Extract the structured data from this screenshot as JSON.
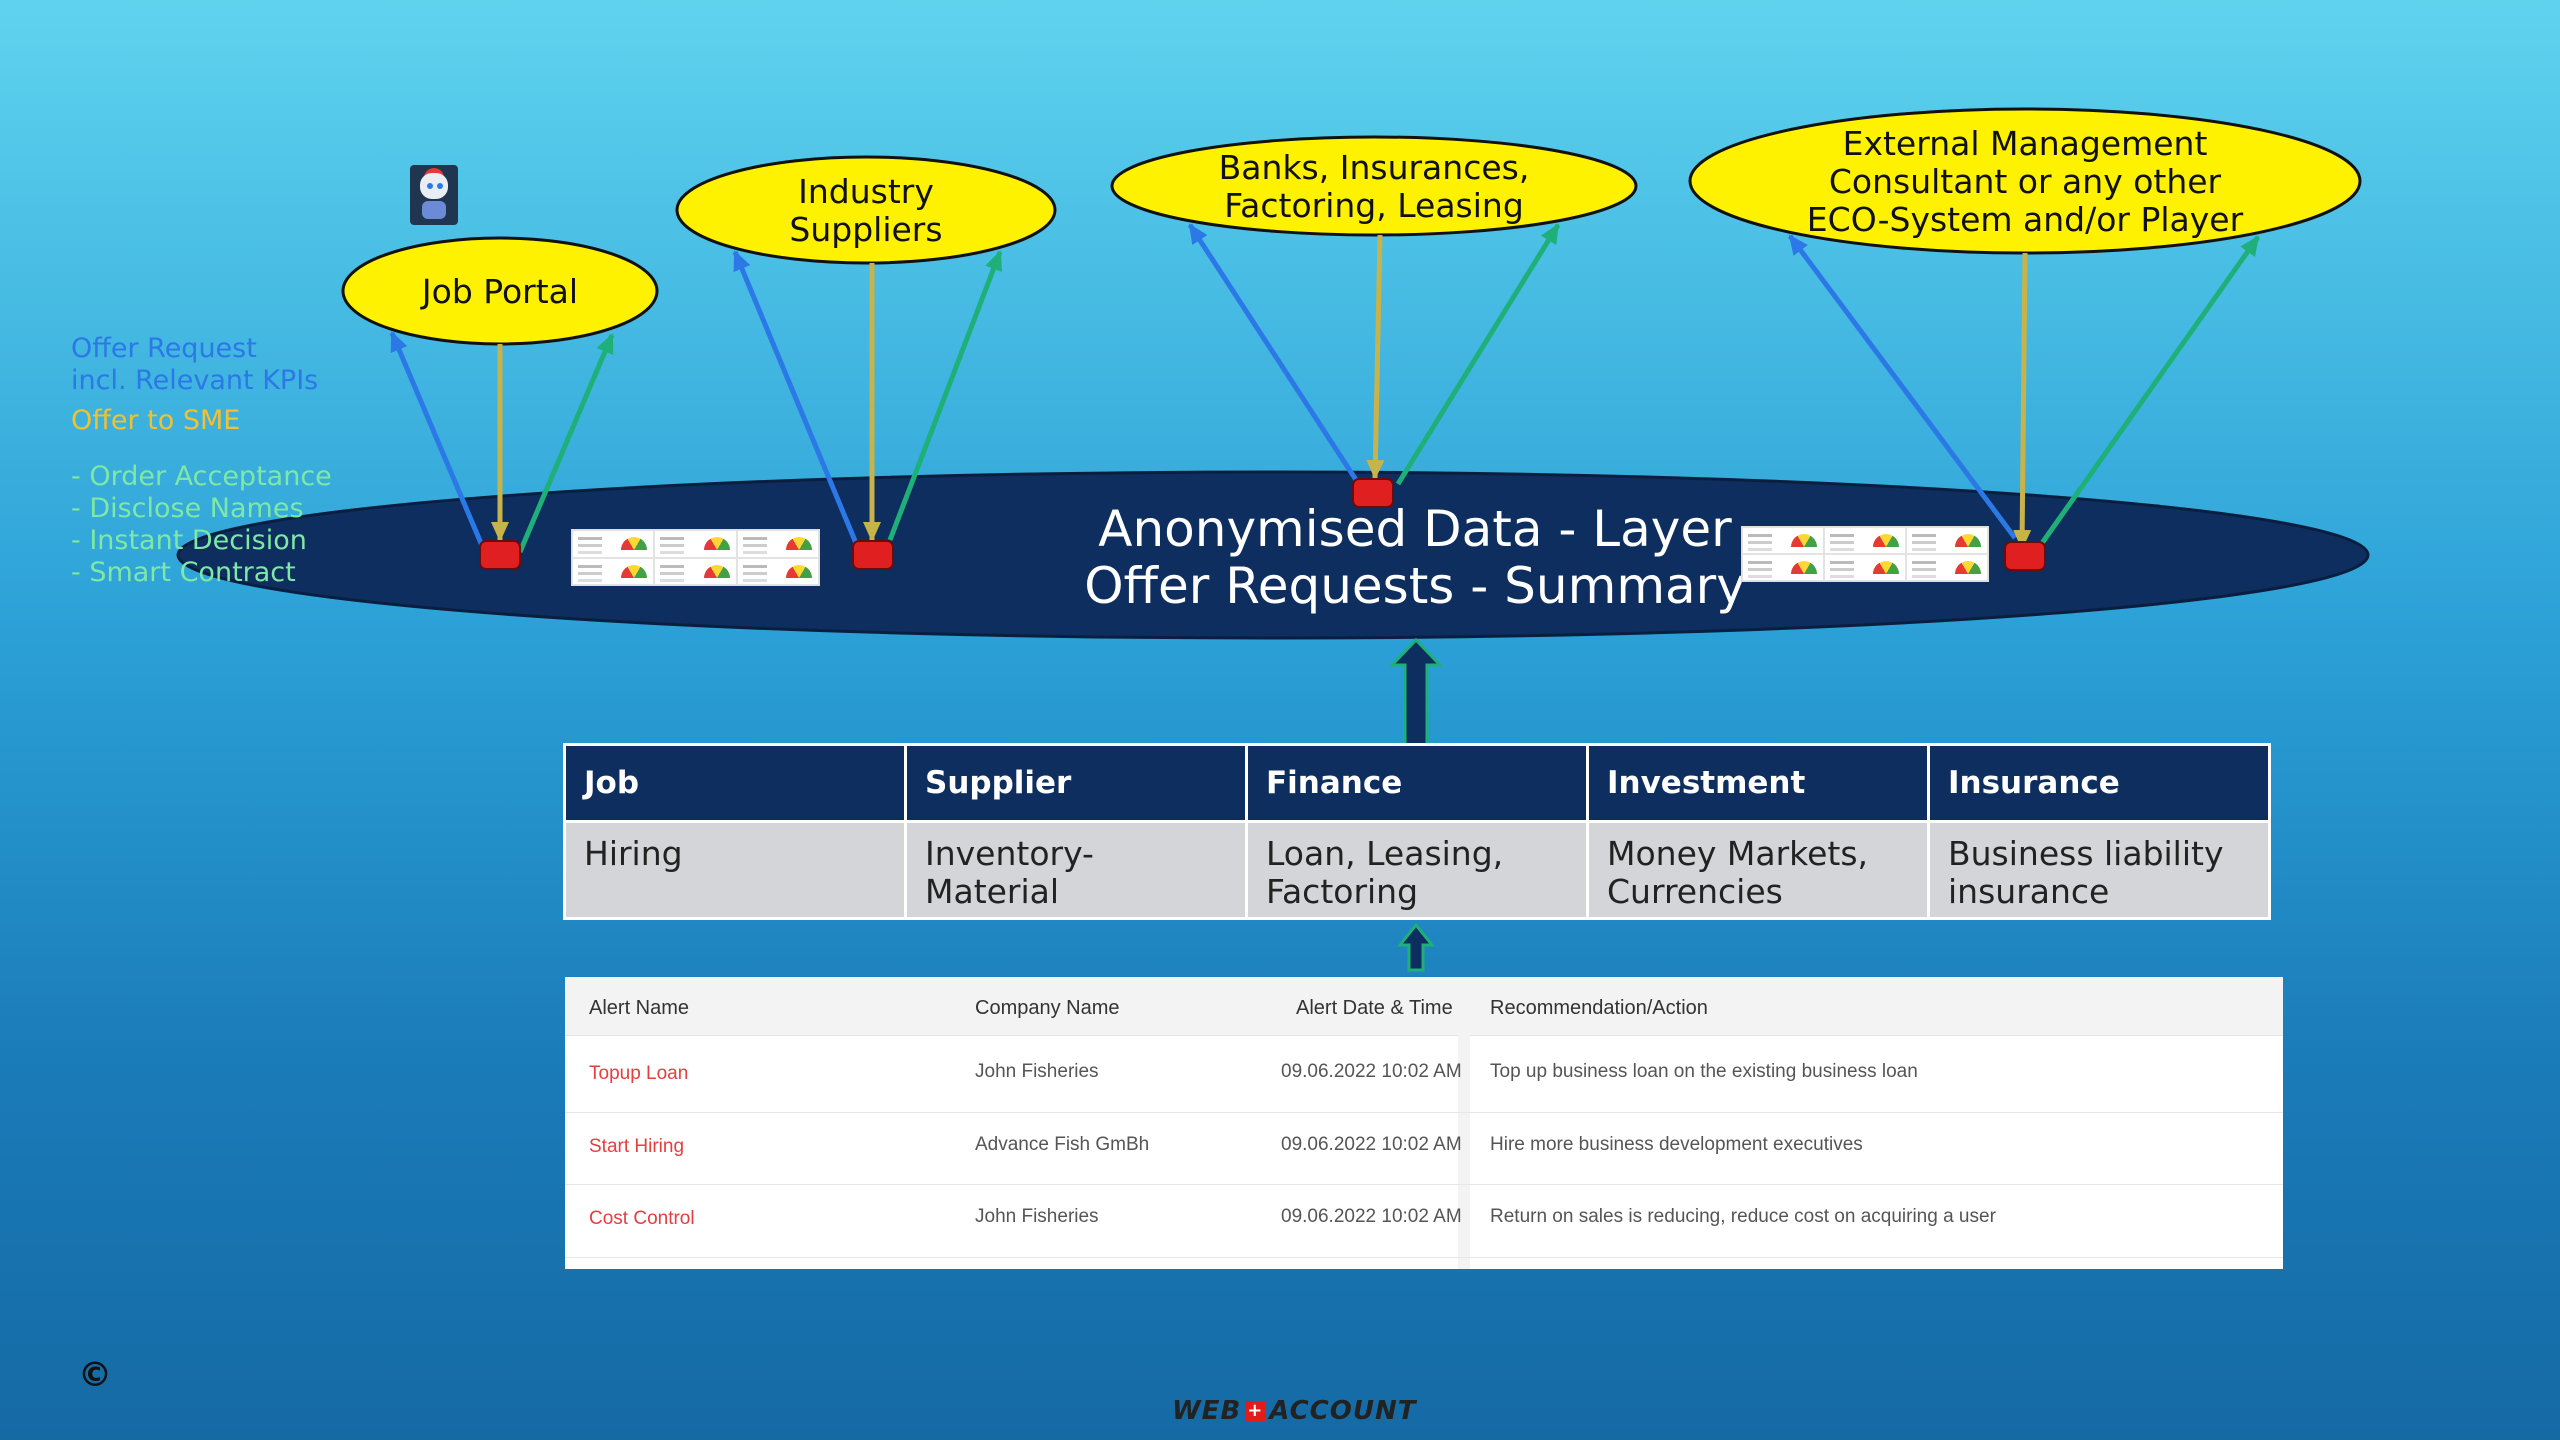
{
  "legend": {
    "offer_request": "Offer Request",
    "offer_request_2": "incl. Relevant KPIs",
    "offer_to_sme": "Offer to SME",
    "items": [
      "- Order Acceptance",
      "- Disclose Names",
      "- Instant Decision",
      "- Smart Contract"
    ]
  },
  "nodes": {
    "job_portal": [
      "Job Portal"
    ],
    "industry_suppliers": [
      "Industry",
      "Suppliers"
    ],
    "banks": [
      "Banks, Insurances,",
      "Factoring, Leasing"
    ],
    "external": [
      "External Management",
      "Consultant or any other",
      "ECO-System and/or Player"
    ]
  },
  "data_layer": {
    "line1": "Anonymised Data - Layer",
    "line2": "Offer Requests - Summary"
  },
  "categories": {
    "headers": [
      "Job",
      "Supplier",
      "Finance",
      "Investment",
      "Insurance"
    ],
    "values": [
      [
        "Hiring"
      ],
      [
        "Inventory-Material"
      ],
      [
        "Loan, Leasing,",
        "Factoring"
      ],
      [
        "Money Markets,",
        "Currencies"
      ],
      [
        "Business liability",
        "insurance"
      ]
    ]
  },
  "alerts": {
    "headers": {
      "alert_name": "Alert Name",
      "company_name": "Company Name",
      "date_time": "Alert Date & Time",
      "recommendation": "Recommendation/Action"
    },
    "rows": [
      {
        "name": "Topup Loan",
        "company": "John Fisheries",
        "date": "09.06.2022 10:02 AM",
        "action": "Top up business loan on the existing business loan"
      },
      {
        "name": "Start Hiring",
        "company": "Advance Fish GmBh",
        "date": "09.06.2022 10:02 AM",
        "action": "Hire more business development executives"
      },
      {
        "name": "Cost Control",
        "company": "John Fisheries",
        "date": "09.06.2022 10:02 AM",
        "action": "Return on sales is reducing, reduce cost on acquiring a user"
      }
    ]
  },
  "footer": {
    "copyright": "©",
    "logo_left": "WEB",
    "logo_cross": "+",
    "logo_right": "ACCOUNT"
  },
  "colors": {
    "node_fill": "#fff200",
    "layer_fill": "#0d2e5e",
    "arrow_request": "#2b78e6",
    "arrow_offer": "#c8b34a",
    "arrow_accept": "#1fb07a",
    "connector": "#e02020"
  }
}
